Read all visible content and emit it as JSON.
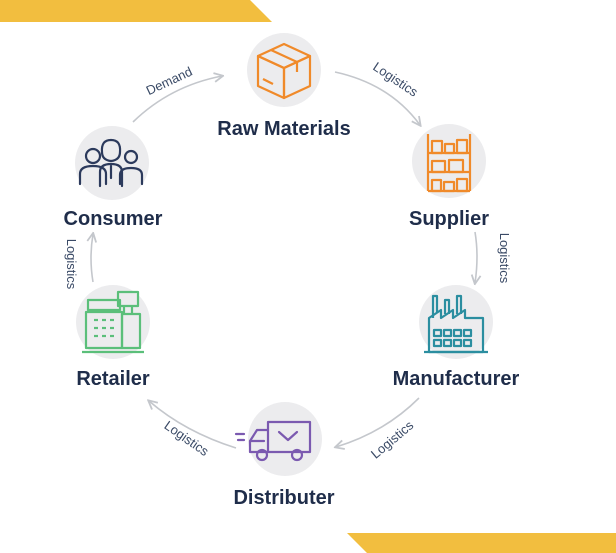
{
  "colors": {
    "accent": "#f2be3f",
    "circle": "#ececee",
    "text": "#1f2d4a",
    "arrow": "#c4c7cc",
    "orange": "#f08a2a",
    "teal": "#2b8ea0",
    "purple": "#7b5ab0",
    "green": "#5bbf7a",
    "navy": "#2c3a5c"
  },
  "nodes": [
    {
      "id": "raw-materials",
      "label": "Raw Materials",
      "icon": "box-icon"
    },
    {
      "id": "supplier",
      "label": "Supplier",
      "icon": "warehouse-shelf-icon"
    },
    {
      "id": "manufacturer",
      "label": "Manufacturer",
      "icon": "factory-icon"
    },
    {
      "id": "distributer",
      "label": "Distributer",
      "icon": "delivery-truck-icon"
    },
    {
      "id": "retailer",
      "label": "Retailer",
      "icon": "cash-register-icon"
    },
    {
      "id": "consumer",
      "label": "Consumer",
      "icon": "people-group-icon"
    }
  ],
  "edges": [
    {
      "from": "consumer",
      "to": "raw-materials",
      "label": "Demand"
    },
    {
      "from": "raw-materials",
      "to": "supplier",
      "label": "Logistics"
    },
    {
      "from": "supplier",
      "to": "manufacturer",
      "label": "Logistics"
    },
    {
      "from": "manufacturer",
      "to": "distributer",
      "label": "Logistics"
    },
    {
      "from": "distributer",
      "to": "retailer",
      "label": "Logistics"
    },
    {
      "from": "retailer",
      "to": "consumer",
      "label": "Logistics"
    }
  ]
}
